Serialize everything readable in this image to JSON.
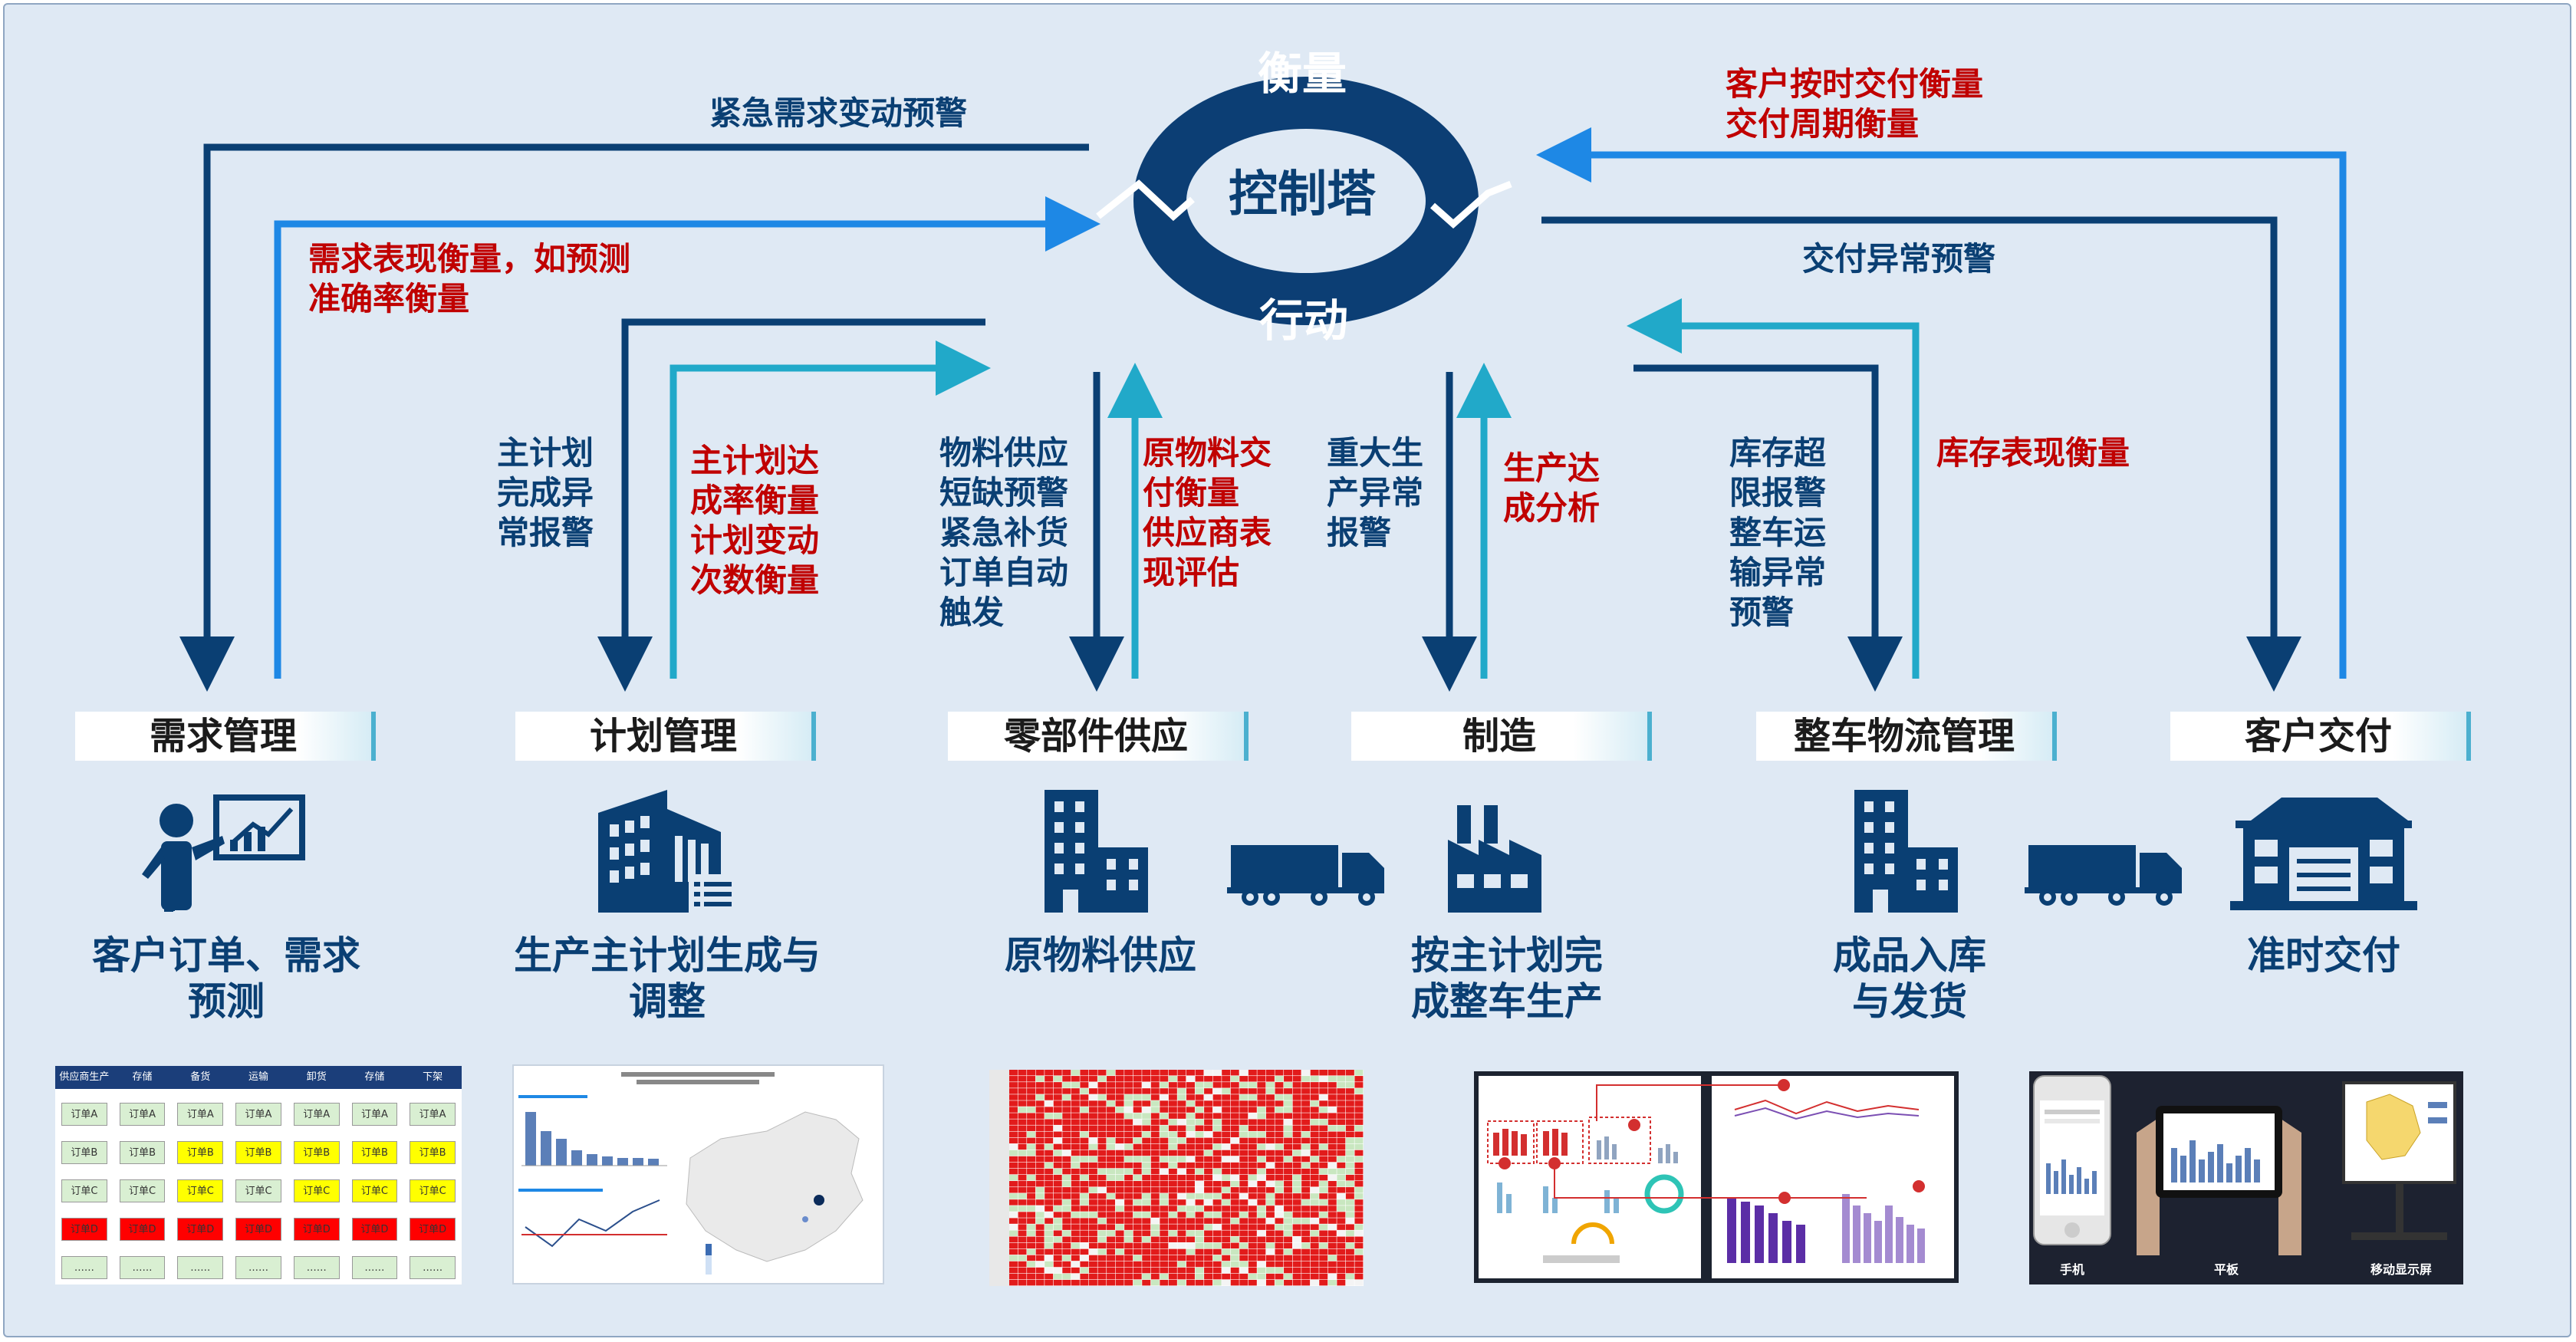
{
  "tower": {
    "title": "控制塔",
    "top_label": "衡量",
    "bottom_label": "行动"
  },
  "notes": {
    "urgent_demand_alert": "紧急需求变动预警",
    "demand_measure": "需求表现衡量，如预测\n准确率衡量",
    "customer_delivery_measure": "客户按时交付衡量\n交付周期衡量",
    "delivery_alert": "交付异常预警",
    "plan_alert": "主计划\n完成异\n常报警",
    "plan_measure": "主计划达\n成率衡量\n计划变动\n次数衡量",
    "material_alert": "物料供应\n短缺预警\n紧急补货\n订单自动\n触发",
    "material_measure": "原物料交\n付衡量\n供应商表\n现评估",
    "mfg_alert": "重大生\n产异常\n报警",
    "mfg_measure": "生产达\n成分析",
    "inventory_alert": "库存超\n限报警\n整车运\n输异常\n预警",
    "inventory_measure": "库存表现衡量"
  },
  "stages": [
    {
      "label": "需求管理",
      "caption": "客户订单、需求\n预测",
      "icon": "presenter-icon"
    },
    {
      "label": "计划管理",
      "caption": "生产主计划生成与\n调整",
      "icon": "building-plan-icon"
    },
    {
      "label": "零部件供应",
      "caption": "原物料供应",
      "icon": "building-icon"
    },
    {
      "label": "制造",
      "caption": "按主计划完\n成整车生产",
      "icon": "factory-icon"
    },
    {
      "label": "整车物流管理",
      "caption": "成品入库\n与发货",
      "icon": "warehouse-icon"
    },
    {
      "label": "客户交付",
      "caption": "准时交付",
      "icon": "house-icon"
    }
  ],
  "demand_table": {
    "headers": [
      "供应商生产",
      "存储",
      "备货",
      "运输",
      "卸货",
      "存储",
      "下架"
    ],
    "rows": [
      {
        "label": "订单A",
        "colors": [
          "#d9efd2",
          "#d9efd2",
          "#d9efd2",
          "#d9efd2",
          "#d9efd2",
          "#d9efd2",
          "#d9efd2"
        ]
      },
      {
        "label": "订单B",
        "colors": [
          "#d9efd2",
          "#d9efd2",
          "#ffff00",
          "#ffff00",
          "#ffff00",
          "#ffff00",
          "#ffff00"
        ]
      },
      {
        "label": "订单C",
        "colors": [
          "#d9efd2",
          "#d9efd2",
          "#ffff00",
          "#d9efd2",
          "#ffff00",
          "#ffff00",
          "#ffff00"
        ]
      },
      {
        "label": "订单D",
        "colors": [
          "#ff0000",
          "#ff0000",
          "#ff0000",
          "#ff0000",
          "#ff0000",
          "#ff0000",
          "#ff0000"
        ]
      },
      {
        "label": "……",
        "colors": [
          "#d9efd2",
          "#d9efd2",
          "#d9efd2",
          "#d9efd2",
          "#d9efd2",
          "#d9efd2",
          "#d9efd2"
        ]
      }
    ]
  },
  "device_labels": [
    "手机",
    "平板",
    "移动显示屏"
  ],
  "colors": {
    "navy": "#0a3f73",
    "tower_ring": "#0c3e74",
    "arrow_blue": "#1e88e5",
    "arrow_teal": "#21a9c9",
    "alert_red": "#c00000"
  }
}
